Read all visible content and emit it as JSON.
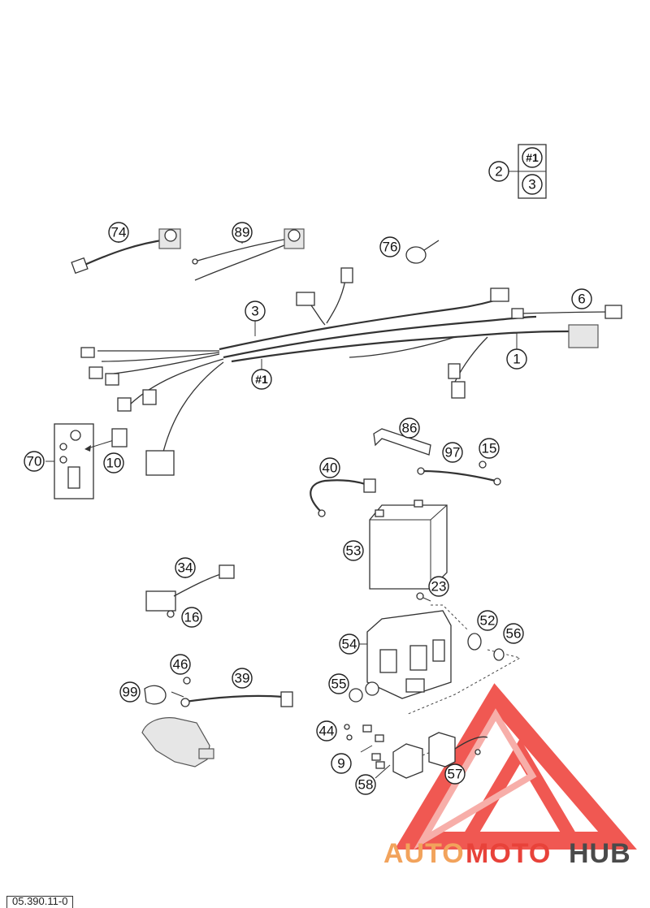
{
  "callouts": {
    "c1": "1",
    "c2": "2",
    "c3": "3",
    "c3b": "3",
    "cA": "#1",
    "cAb": "#1",
    "c6": "6",
    "c9": "9",
    "c10": "10",
    "c15": "15",
    "c16": "16",
    "c23": "23",
    "c34": "34",
    "c39": "39",
    "c40": "40",
    "c44": "44",
    "c46": "46",
    "c52": "52",
    "c53": "53",
    "c54": "54",
    "c55": "55",
    "c56": "56",
    "c57": "57",
    "c58": "58",
    "c70": "70",
    "c74": "74",
    "c76": "76",
    "c86": "86",
    "c89": "89",
    "c97": "97",
    "c99": "99"
  },
  "watermark": {
    "part1": "AUTO",
    "part2": "MOTO",
    "part3": "HUB",
    "color_primary": "#f2a35c",
    "color_secondary": "#e8423a",
    "color_dark": "#4a4a4a"
  },
  "footer_code": "05.390.11-0"
}
